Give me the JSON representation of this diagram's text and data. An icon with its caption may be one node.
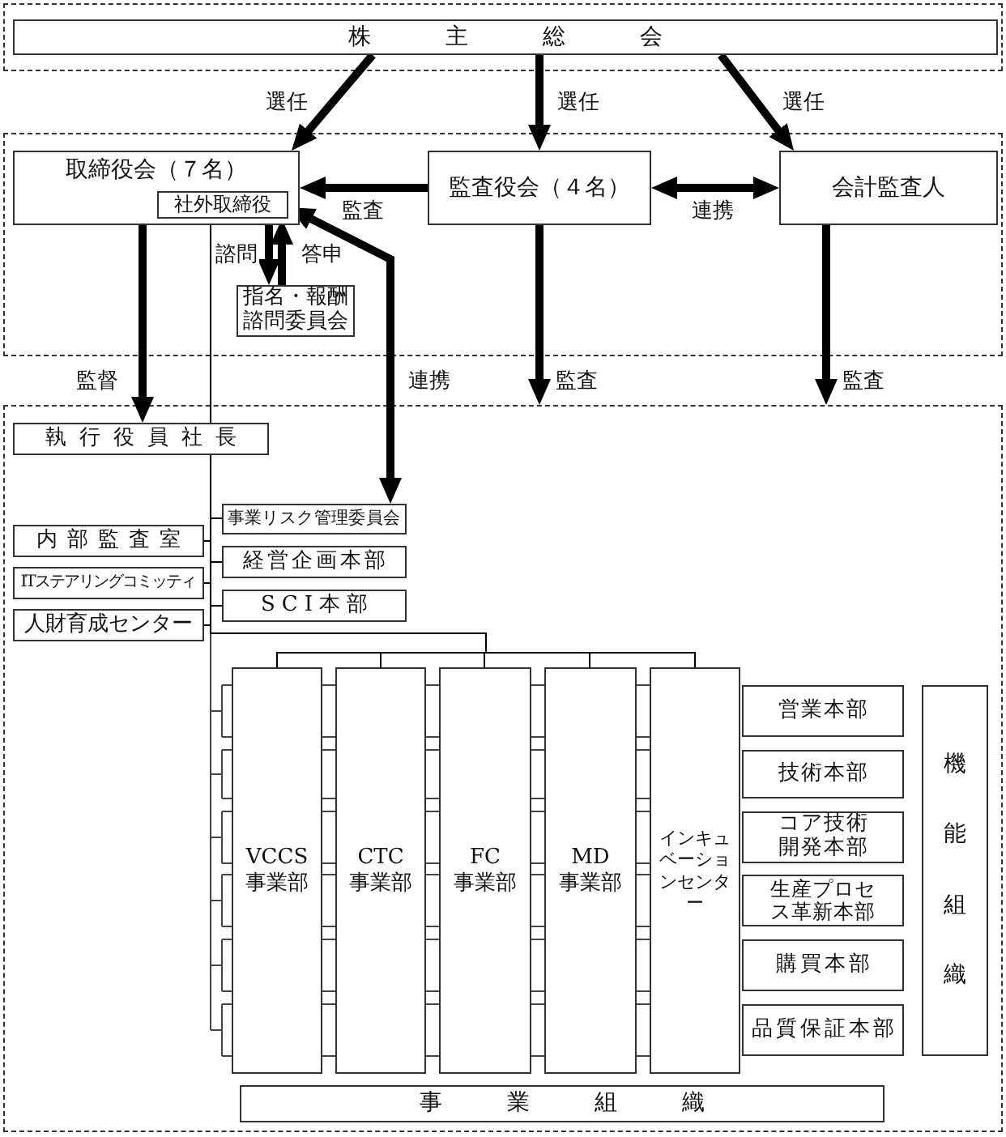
{
  "diagram": {
    "nodes": [
      {
        "text": [],
        "shape": "box"
      },
      {
        "text": [
          "株主総会"
        ],
        "in": 0
      },
      {
        "text": [],
        "shape": "box"
      },
      {
        "text": [
          "取締役会（７名）"
        ],
        "in": 2
      },
      {
        "text": [
          "社外取締役"
        ],
        "in": 3
      },
      {
        "text": [
          "監査役会（４名）"
        ],
        "in": 2
      },
      {
        "text": [
          "会計監査人"
        ],
        "in": 2
      },
      {
        "text": [
          "指名・報酬諮問委員会"
        ],
        "in": 2
      },
      {
        "text": [],
        "shape": "box"
      },
      {
        "text": [
          "執行役員社長"
        ],
        "in": 8
      },
      {
        "text": [
          "事業リスク管理委員会"
        ],
        "in": 8
      },
      {
        "text": [
          "内部監査室"
        ],
        "in": 8
      },
      {
        "text": [
          "経営企画本部"
        ],
        "in": 8
      },
      {
        "text": [
          "ITステアリングコミッティ"
        ],
        "in": 8
      },
      {
        "text": [
          "SCI本部"
        ],
        "in": 8
      },
      {
        "text": [
          "人財育成センター"
        ],
        "in": 8
      },
      {
        "text": [
          "VCCS 事業部"
        ],
        "in": 8
      },
      {
        "text": [
          "CTC 事業部"
        ],
        "in": 8
      },
      {
        "text": [
          "FC 事業部"
        ],
        "in": 8
      },
      {
        "text": [
          "MD 事業部"
        ],
        "in": 8
      },
      {
        "text": [
          "インキュベーションセンター"
        ],
        "in": 8
      },
      {
        "text": [
          "営業本部"
        ],
        "in": 8
      },
      {
        "text": [
          "技術本部"
        ],
        "in": 8
      },
      {
        "text": [
          "コア技術開発本部"
        ],
        "in": 8
      },
      {
        "text": [
          "生産プロセス革新本部"
        ],
        "in": 8
      },
      {
        "text": [
          "購買本部"
        ],
        "in": 8
      },
      {
        "text": [
          "品質保証本部"
        ],
        "in": 8
      },
      {
        "text": [
          "機能組織"
        ],
        "in": 8
      },
      {
        "text": [
          "事業組織"
        ],
        "in": 8
      }
    ],
    "edges": [
      {
        "from": 1,
        "to": 3,
        "arrow": "to",
        "label": "選任",
        "style": "thick"
      },
      {
        "from": 1,
        "to": 5,
        "arrow": "to",
        "label": "選任",
        "style": "thick"
      },
      {
        "from": 1,
        "to": 6,
        "arrow": "to",
        "label": "選任",
        "style": "thick"
      },
      {
        "from": 5,
        "to": 3,
        "arrow": "to",
        "label": "監査",
        "style": "thick"
      },
      {
        "from": 5,
        "to": 6,
        "arrow": "both",
        "label": "連携",
        "style": "thick"
      },
      {
        "from": 4,
        "to": 7,
        "arrow": "to",
        "label": "諮問",
        "style": "thick"
      },
      {
        "from": 7,
        "to": 4,
        "arrow": "to",
        "label": "答申",
        "style": "thick"
      },
      {
        "from": 3,
        "to": 9,
        "arrow": "to",
        "label": "監督",
        "style": "thick"
      },
      {
        "from": 5,
        "to": 8,
        "arrow": "to",
        "label": "監査",
        "style": "thick"
      },
      {
        "from": 6,
        "to": 8,
        "arrow": "to",
        "label": "監査",
        "style": "thick"
      },
      {
        "from": 10,
        "to": 4,
        "arrow": "both",
        "label": "連携",
        "style": "thick"
      },
      {
        "from": 3,
        "to": 9,
        "arrow": "none"
      },
      {
        "from": 9,
        "to": 10,
        "arrow": "none"
      },
      {
        "from": 9,
        "to": 11,
        "arrow": "none"
      },
      {
        "from": 9,
        "to": 12,
        "arrow": "none"
      },
      {
        "from": 9,
        "to": 13,
        "arrow": "none"
      },
      {
        "from": 9,
        "to": 14,
        "arrow": "none"
      },
      {
        "from": 9,
        "to": 15,
        "arrow": "none"
      },
      {
        "from": 9,
        "to": 16,
        "arrow": "none"
      },
      {
        "from": 9,
        "to": 17,
        "arrow": "none"
      },
      {
        "from": 9,
        "to": 18,
        "arrow": "none"
      },
      {
        "from": 9,
        "to": 19,
        "arrow": "none"
      },
      {
        "from": 9,
        "to": 20,
        "arrow": "none"
      }
    ]
  }
}
